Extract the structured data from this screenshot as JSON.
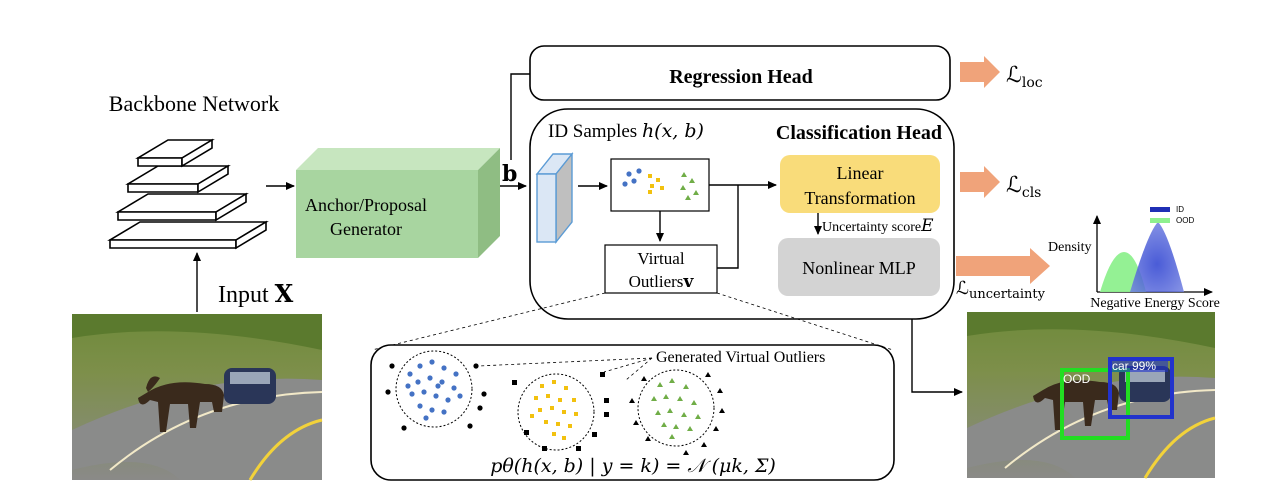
{
  "backbone": {
    "title": "Backbone Network"
  },
  "input": {
    "label": "Input ",
    "symbol": "X"
  },
  "anchor_generator": {
    "line1": "Anchor/Proposal",
    "line2": "Generator"
  },
  "feature": {
    "symbol": "b"
  },
  "regression_head": {
    "label": "Regression Head"
  },
  "classification_head": {
    "id_samples_prefix": "ID Samples ",
    "id_samples_math": "h(x, b)",
    "title": "Classification Head",
    "linear": {
      "line1": "Linear",
      "line2": "Transformation"
    },
    "uncertainty_label": "Uncertainty score",
    "uncertainty_symbol": "E",
    "mlp": "Nonlinear MLP",
    "virtual_outliers": {
      "line1": "Virtual",
      "line2": "Outliers",
      "symbol": "v"
    }
  },
  "losses": {
    "loc": {
      "symbol": "ℒ",
      "sub": "loc"
    },
    "cls": {
      "symbol": "ℒ",
      "sub": "cls"
    },
    "uncertainty": {
      "symbol": "ℒ",
      "sub": "uncertainty"
    }
  },
  "density_plot": {
    "ylabel": "Density",
    "xlabel": "Negative Energy Score",
    "legend": [
      {
        "name": "ID",
        "color": "#1f2fb5"
      },
      {
        "name": "OOD",
        "color": "#8ef08e"
      }
    ]
  },
  "generated_outliers": {
    "label": "Generated Virtual Outliers",
    "equation": "pθ(h(x, b) | y = k) = 𝒩 (μk, Σ)"
  },
  "output_image": {
    "detections": [
      {
        "label": "OOD",
        "color": "#22dd22"
      },
      {
        "label": "car 99%",
        "color": "#2233cc"
      }
    ]
  },
  "colors": {
    "anchor_box": "#a8d5a0",
    "linear_box": "#f9dc7a",
    "mlp_box": "#d3d3d3",
    "arrow_orange": "#f0a37a",
    "feature_blue": "#5b9bd5",
    "dot_blue": "#4472c4",
    "dot_yellow": "#f2c10f",
    "dot_green": "#70ad47"
  }
}
